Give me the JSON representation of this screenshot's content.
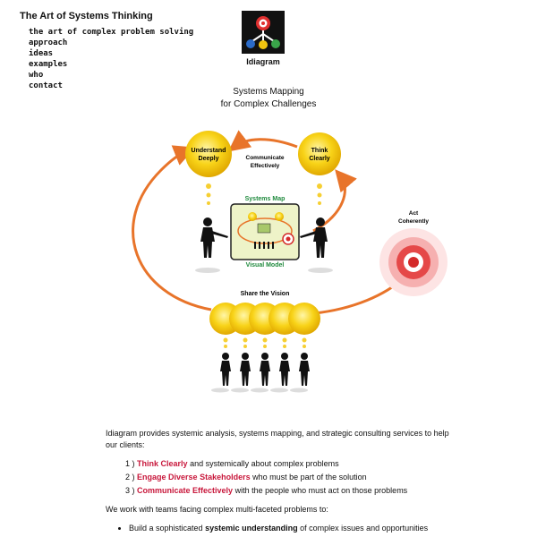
{
  "site": {
    "title": "The Art of Systems Thinking"
  },
  "nav": {
    "items": [
      "the art of complex problem solving",
      "approach",
      "ideas",
      "examples",
      "who",
      "contact"
    ]
  },
  "logo": {
    "text": "Idiagram"
  },
  "headline": {
    "line1": "Systems Mapping",
    "line2": "for Complex Challenges"
  },
  "diagram": {
    "understand": [
      "Understand",
      "Deeply"
    ],
    "think": [
      "Think",
      "Clearly"
    ],
    "communicate": [
      "Communicate",
      "Effectively"
    ],
    "systems_map": "Systems Map",
    "visual_model": "Visual Model",
    "act": [
      "Act",
      "Coherently"
    ],
    "share": "Share the Vision",
    "colors": {
      "arrow": "#e8742a",
      "sun": "#f5c400",
      "map_label": "#1f8a3d",
      "target": "#d42a2a"
    }
  },
  "content": {
    "intro": "Idiagram provides systemic analysis, systems mapping, and strategic consulting services to help our clients:",
    "steps": [
      {
        "num": "1 )",
        "highlight": "Think Clearly",
        "rest": " and systemically about complex problems"
      },
      {
        "num": "2 )",
        "highlight": "Engage Diverse Stakeholders",
        "rest": " who must be part of the solution"
      },
      {
        "num": "3 )",
        "highlight": "Communicate Effectively",
        "rest": " with the people who must act on those problems"
      }
    ],
    "teams": "We work with teams facing complex multi-faceted problems to:",
    "bullet": {
      "pre": "Build a sophisticated ",
      "bold": "systemic understanding",
      "post": " of complex issues and opportunities"
    }
  }
}
